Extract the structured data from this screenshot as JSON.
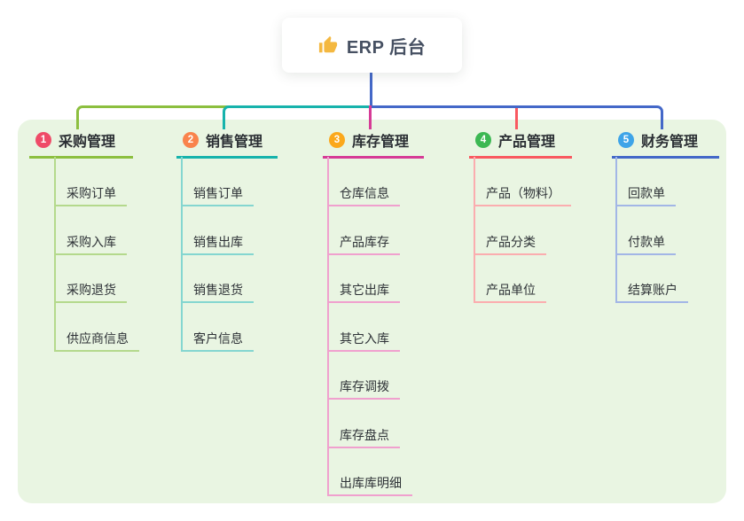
{
  "root": {
    "title": "ERP 后台",
    "icon": "thumbs-up-icon",
    "icon_color": "#f4b840"
  },
  "panel_background": "#e9f5e2",
  "branches": [
    {
      "badge": "1",
      "title": "采购管理",
      "color": "#8cbf3f",
      "light_color": "#b4d98c",
      "badge_color": "#ef4b68",
      "children": [
        "采购订单",
        "采购入库",
        "采购退货",
        "供应商信息"
      ]
    },
    {
      "badge": "2",
      "title": "销售管理",
      "color": "#17b3ac",
      "light_color": "#84d6d0",
      "badge_color": "#f9834c",
      "children": [
        "销售订单",
        "销售出库",
        "销售退货",
        "客户信息"
      ]
    },
    {
      "badge": "3",
      "title": "库存管理",
      "color": "#d63b96",
      "light_color": "#f0a0ce",
      "badge_color": "#fba81c",
      "children": [
        "仓库信息",
        "产品库存",
        "其它出库",
        "其它入库",
        "库存调拨",
        "库存盘点",
        "出库库明细"
      ]
    },
    {
      "badge": "4",
      "title": "产品管理",
      "color": "#f95960",
      "light_color": "#fbadaf",
      "badge_color": "#3cb853",
      "children": [
        "产品（物料）",
        "产品分类",
        "产品单位"
      ]
    },
    {
      "badge": "5",
      "title": "财务管理",
      "color": "#4468c8",
      "light_color": "#a2b6e6",
      "badge_color": "#3ea4e8",
      "children": [
        "回款单",
        "付款单",
        "结算账户"
      ]
    }
  ]
}
